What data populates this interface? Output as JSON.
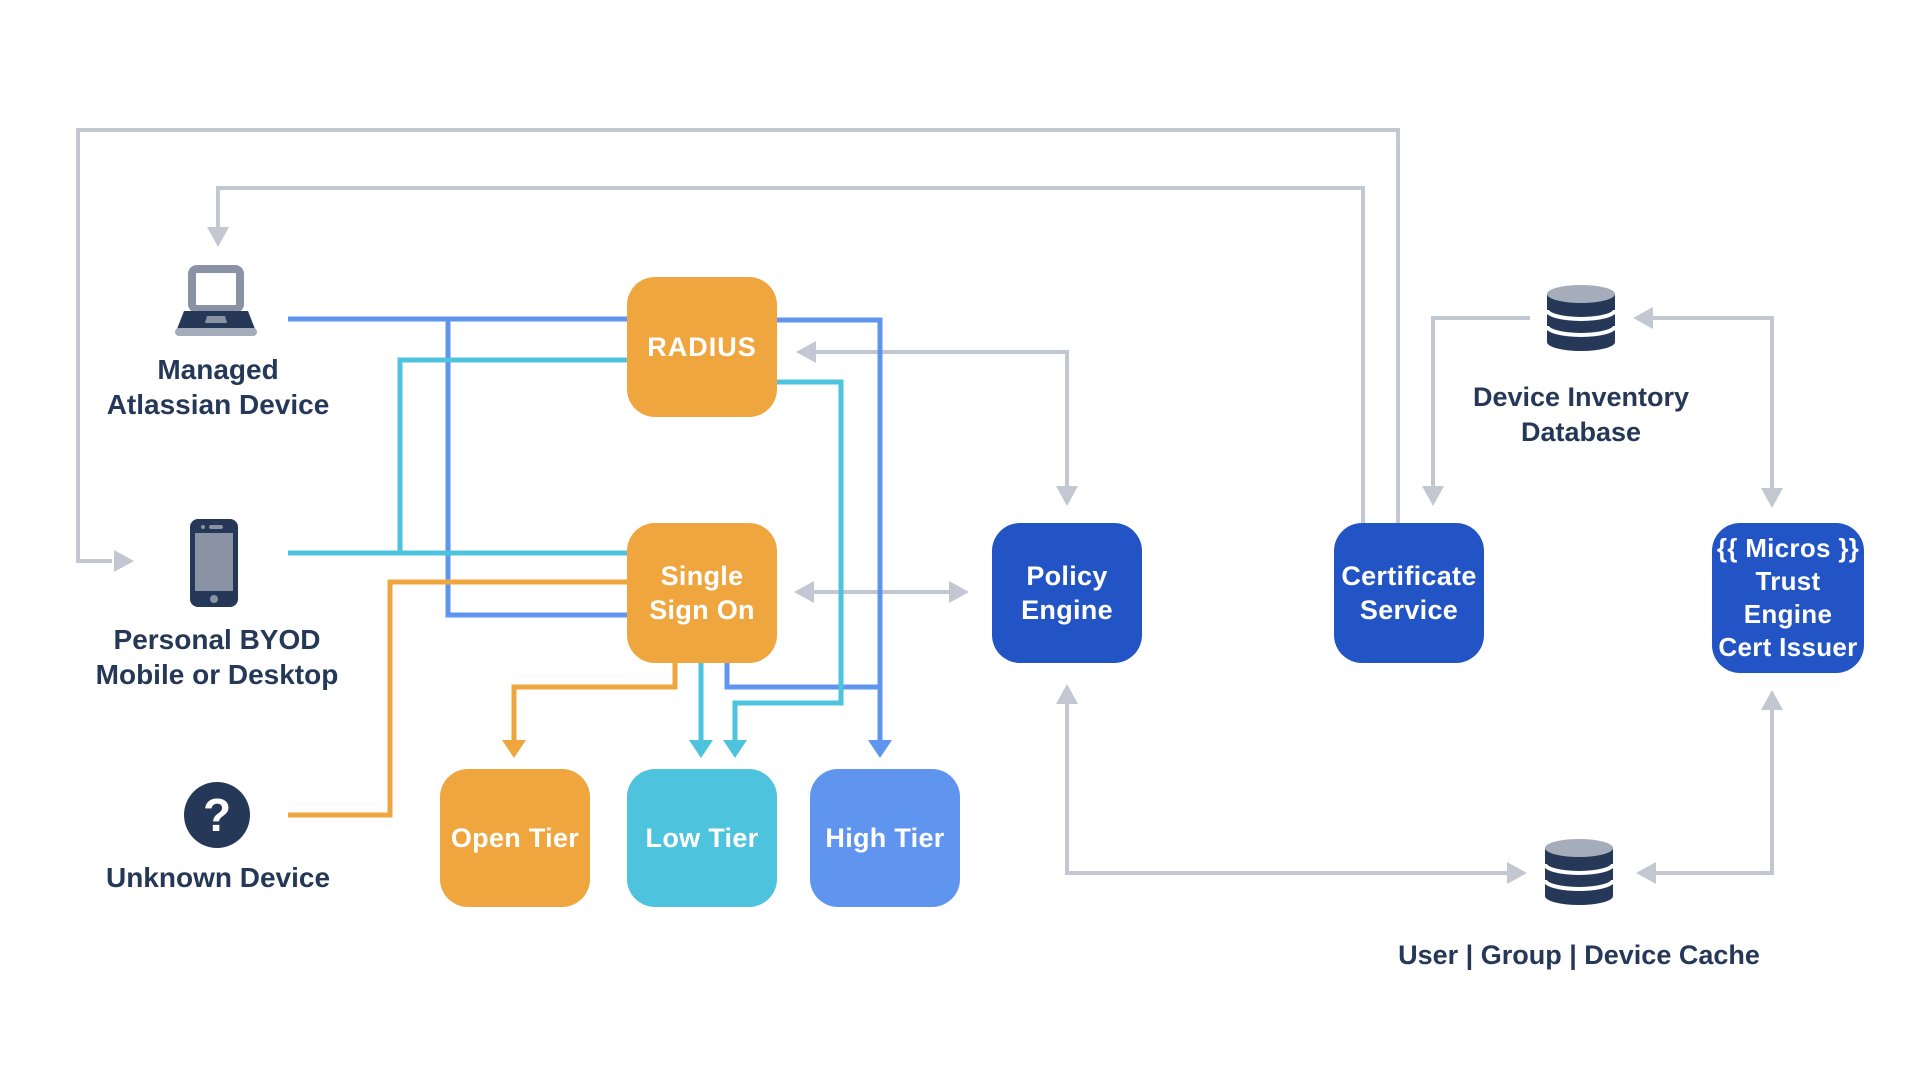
{
  "colors": {
    "orange": "#F0A63F",
    "cyan": "#4EC3DE",
    "blue": "#6095EF",
    "darkblue": "#2254C5",
    "navy": "#253858",
    "gray": "#C2C7D1",
    "slate_light": "#A5ADBA",
    "slate_mid": "#8993A4",
    "background": "#FFFFFF"
  },
  "nodes": {
    "radius": {
      "label": "RADIUS"
    },
    "sso": {
      "line1": "Single",
      "line2": "Sign On"
    },
    "open_tier": {
      "label": "Open Tier"
    },
    "low_tier": {
      "label": "Low Tier"
    },
    "high_tier": {
      "label": "High Tier"
    },
    "policy_engine": {
      "line1": "Policy",
      "line2": "Engine"
    },
    "certificate_service": {
      "line1": "Certificate",
      "line2": "Service"
    },
    "trust_engine": {
      "line1": "{{ Micros }}",
      "line2": "Trust Engine",
      "line3": "Cert Issuer"
    }
  },
  "devices": {
    "managed": {
      "line1": "Managed",
      "line2": "Atlassian Device",
      "icon": "laptop-icon"
    },
    "byod": {
      "line1": "Personal BYOD",
      "line2": "Mobile or Desktop",
      "icon": "smartphone-icon"
    },
    "unknown": {
      "label": "Unknown Device",
      "glyph": "?",
      "icon": "question-mark-icon"
    }
  },
  "datastores": {
    "inventory": {
      "line1": "Device Inventory",
      "line2": "Database",
      "icon": "database-icon"
    },
    "cache": {
      "label": "User | Group | Device Cache",
      "icon": "database-icon"
    }
  }
}
